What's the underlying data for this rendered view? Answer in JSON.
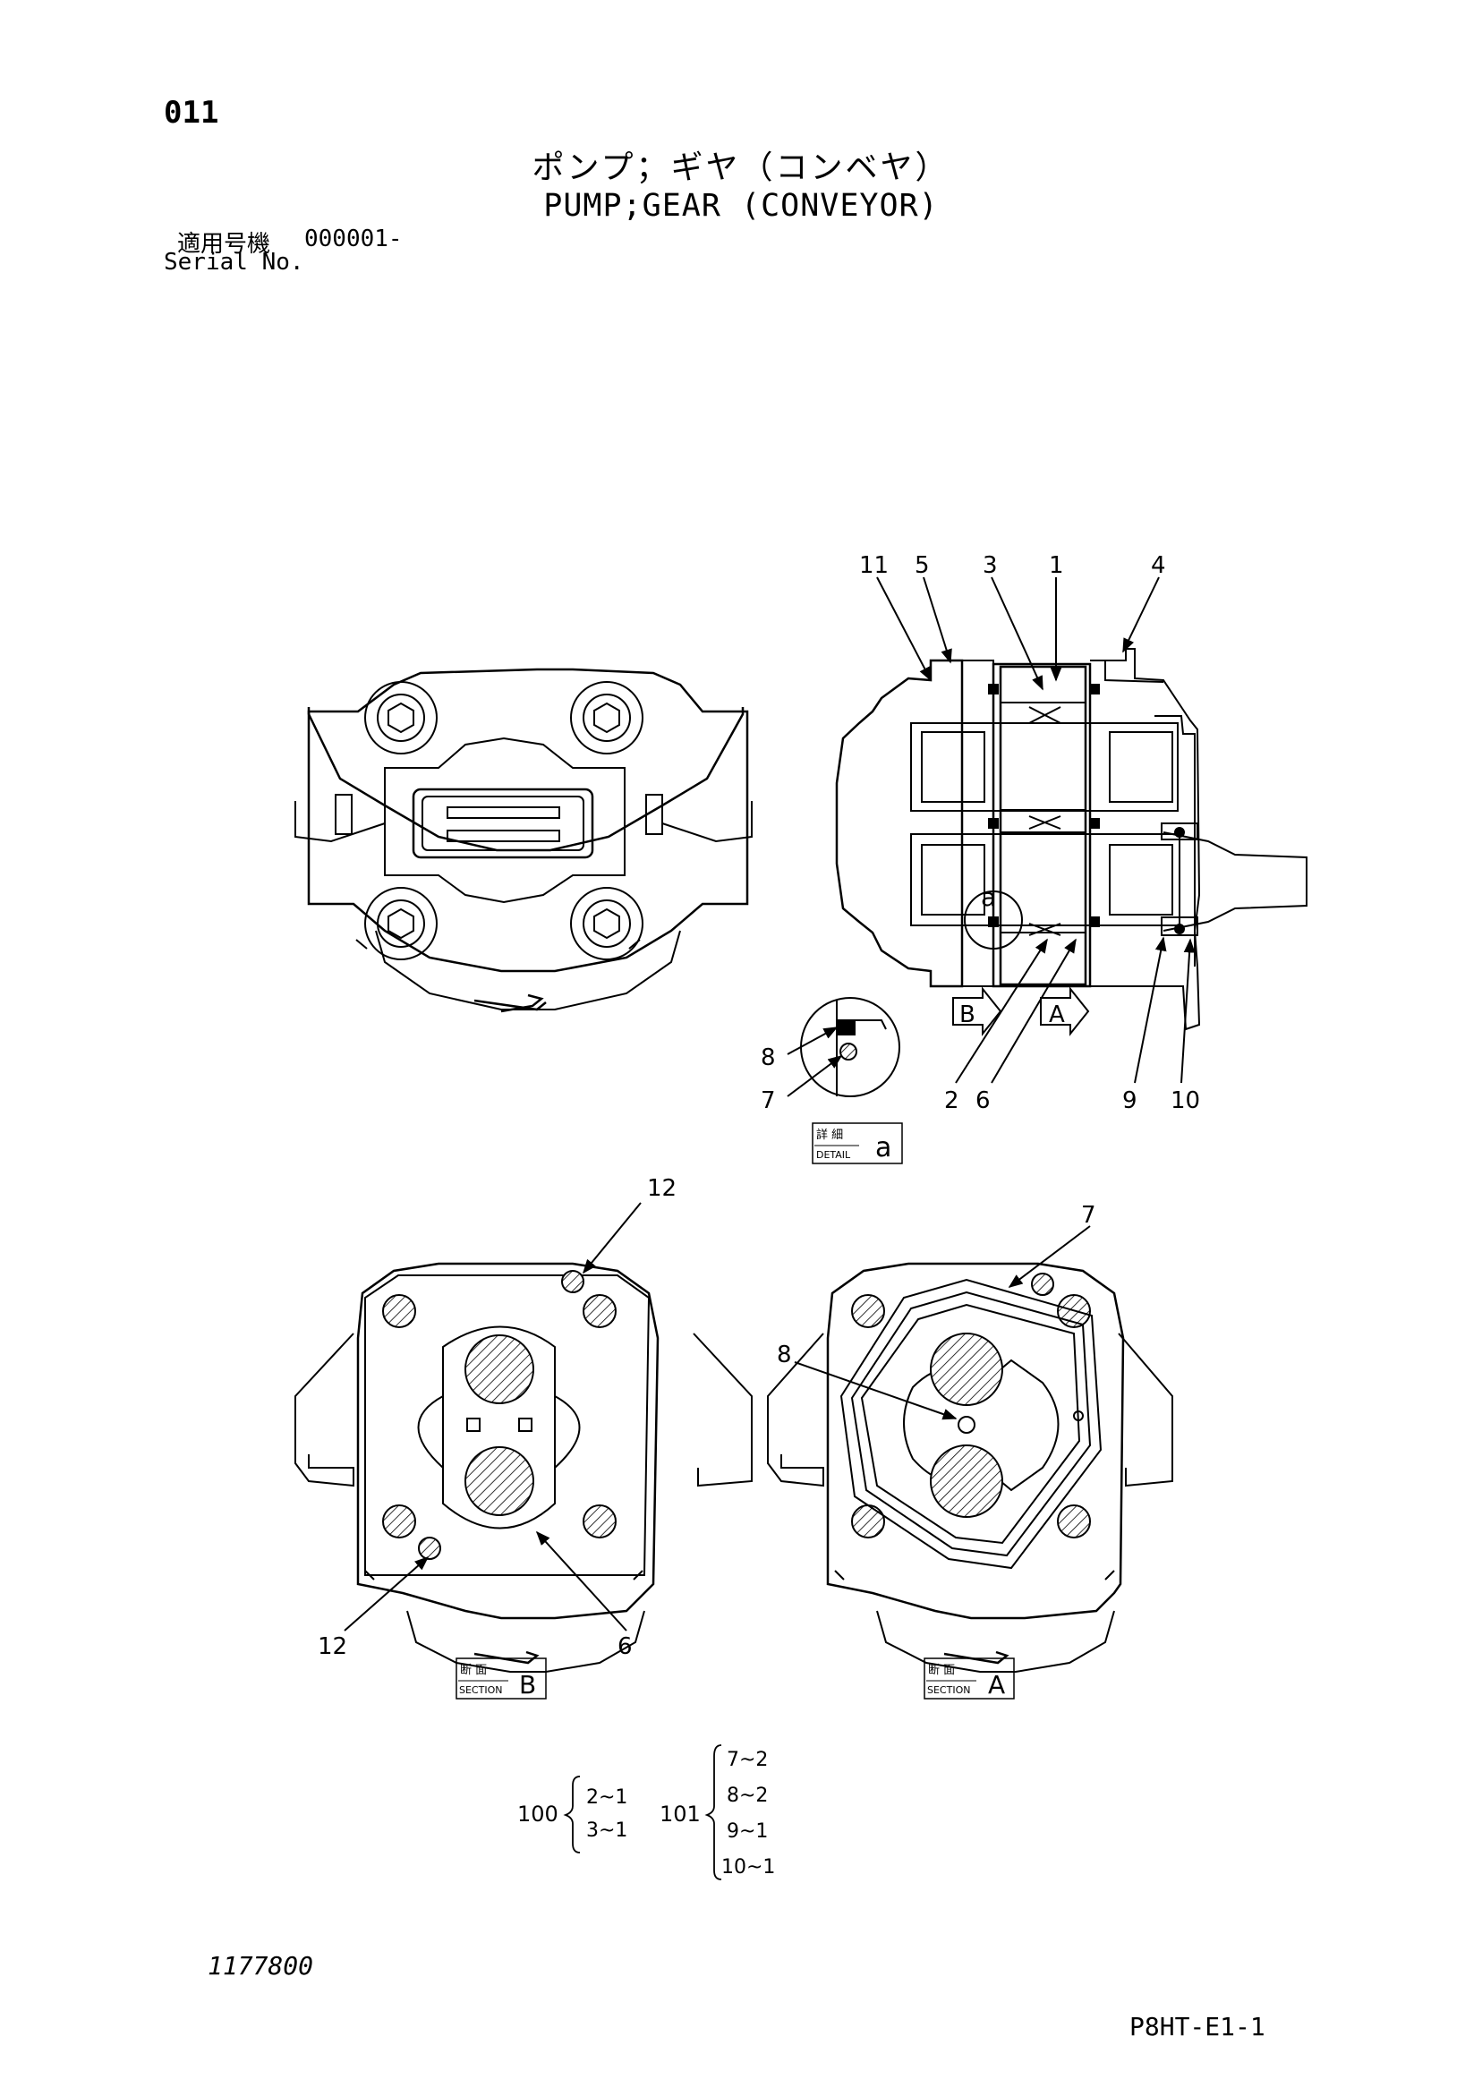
{
  "page": {
    "page_number": "011",
    "title_jp": "ポンプ；ギヤ（コンベヤ）",
    "title_en": "PUMP;GEAR (CONVEYOR)",
    "serial_label_jp": "適用号機",
    "serial_value": "000001-",
    "serial_label_en": "Serial No.",
    "drawing_number": "1177800",
    "sheet_code": "P8HT-E1-1"
  },
  "callouts": {
    "c11": "11",
    "c5": "5",
    "c3": "3",
    "c1": "1",
    "c4": "4",
    "c2": "2",
    "c6": "6",
    "c9": "9",
    "c10": "10",
    "d8": "8",
    "d7": "7",
    "b12t": "12",
    "b12b": "12",
    "b6": "6",
    "a7": "7",
    "a8": "8"
  },
  "markers": {
    "detail_letter": "a",
    "arrow_b": "B",
    "arrow_a": "A"
  },
  "labels": {
    "detail_jp": "詳 細",
    "detail_en": "DETAIL",
    "detail_letter": "a",
    "section_jp": "断 面",
    "section_en": "SECTION",
    "section_b": "B",
    "section_a": "A"
  },
  "kits": {
    "kit100": {
      "code": "100",
      "items": [
        "2~1",
        "3~1"
      ]
    },
    "kit101": {
      "code": "101",
      "items": [
        "7~2",
        "8~2",
        "9~1",
        "10~1"
      ]
    }
  }
}
